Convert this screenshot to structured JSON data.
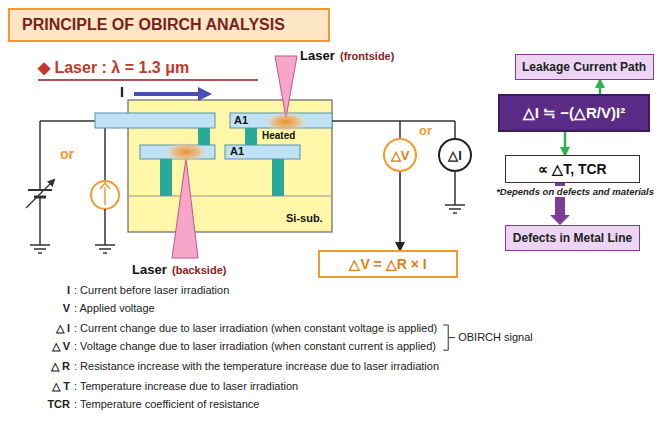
{
  "diagram": {
    "title": "PRINCIPLE OF OBIRCH ANALYSIS",
    "nodes": [
      {
        "text": [
          "Leakage Current Path"
        ]
      },
      {
        "text": [
          "△I ≒ −(△R/V)I²"
        ]
      },
      {
        "text": [
          "∝ △T, TCR"
        ]
      },
      {
        "text": [
          "Defects in Metal Line"
        ]
      },
      {
        "text": [
          "△V = △R × I"
        ]
      },
      {
        "text": [
          "△V"
        ]
      },
      {
        "text": [
          "△I"
        ]
      }
    ],
    "edges": [
      {
        "from": 1,
        "to": 0,
        "arrow": "to"
      },
      {
        "from": 1,
        "to": 2,
        "arrow": "to"
      },
      {
        "from": 2,
        "to": 3,
        "arrow": "to"
      },
      {
        "from": 5,
        "to": 4,
        "arrow": "to"
      }
    ],
    "labels": [
      "◆ Laser : λ = 1.3 μm",
      "Laser",
      "(frontside)",
      "Laser",
      "(backside)",
      "I",
      "or",
      "or",
      "A1",
      "A1",
      "Heated",
      "Si-sub.",
      "*Depends on defects and materials",
      "I",
      ": Current before laser irradiation",
      "V",
      ": Applied voltage",
      "△ I",
      ": Current change due to laser irradiation (when constant voltage is applied)",
      "△ V",
      ": Voltage change due to laser irradiation (when constant current is applied)",
      "△ R",
      ": Resistance increase with the temperature increase due to laser irradiation",
      "△ T",
      ": Temperature increase due to laser irradiation",
      "TCR",
      ": Temperature coefficient of resistance",
      "OBIRCH signal"
    ]
  }
}
